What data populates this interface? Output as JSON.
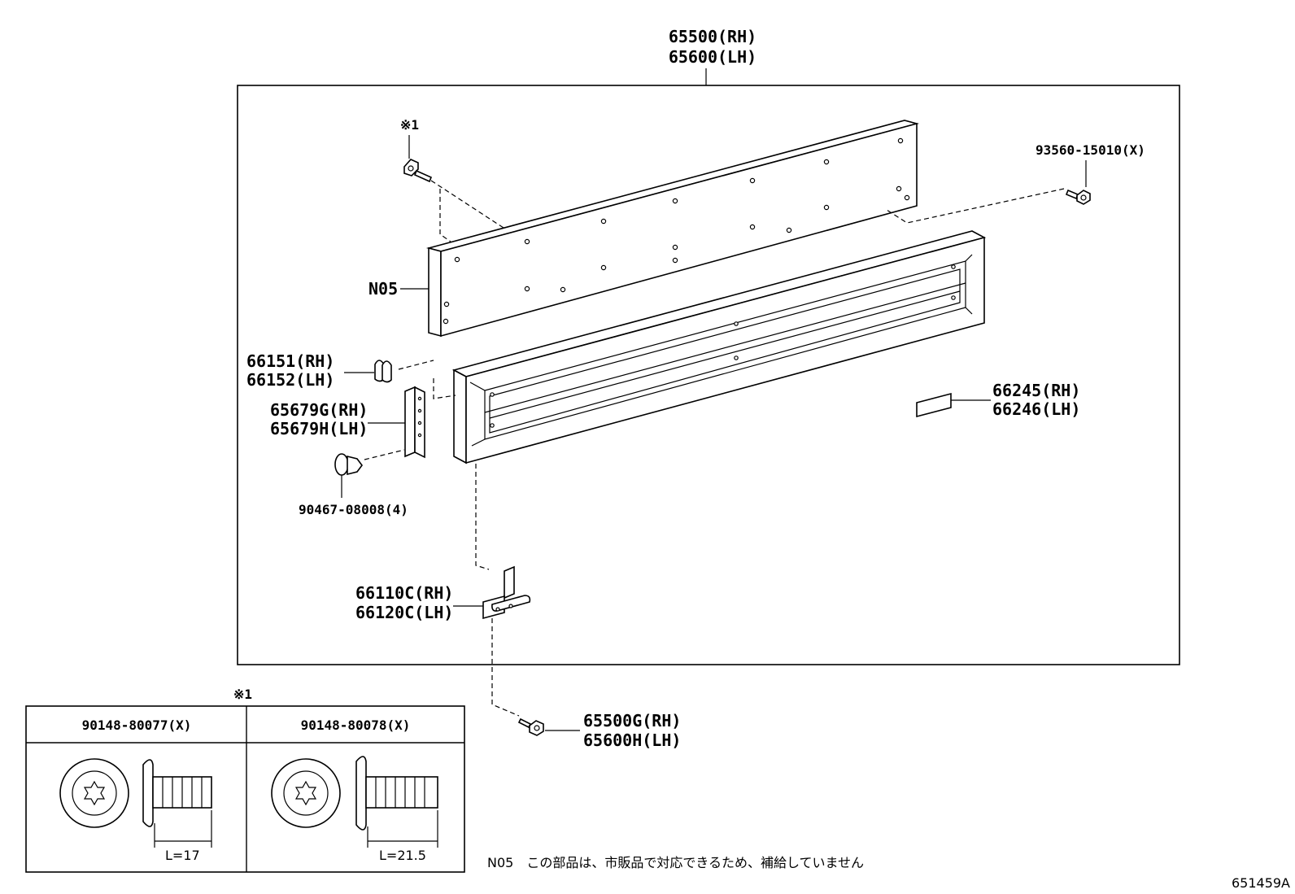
{
  "diagram": {
    "assembly": {
      "line1": "65500(RH)",
      "line2": "65600(LH)"
    },
    "note_mark_top": "※1",
    "bolt_right": "93560-15010(X)",
    "panel_label": "N05",
    "clip": {
      "line1": "66151(RH)",
      "line2": "66152(LH)"
    },
    "bracket": {
      "line1": "65679G(RH)",
      "line2": "65679H(LH)"
    },
    "fastener": "90467-08008(4)",
    "hinge": {
      "line1": "66110C(RH)",
      "line2": "66120C(LH)"
    },
    "plate": {
      "line1": "66245(RH)",
      "line2": "66246(LH)"
    },
    "hinge_bolt": {
      "line1": "65500G(RH)",
      "line2": "65600H(LH)"
    },
    "table_mark": "※1",
    "table": [
      {
        "part": "90148-80077(X)",
        "length": "L=17"
      },
      {
        "part": "90148-80078(X)",
        "length": "L=21.5"
      }
    ],
    "footnote": "N05　この部品は、市販品で対応できるため、補給していません",
    "drawing_id": "651459A"
  }
}
